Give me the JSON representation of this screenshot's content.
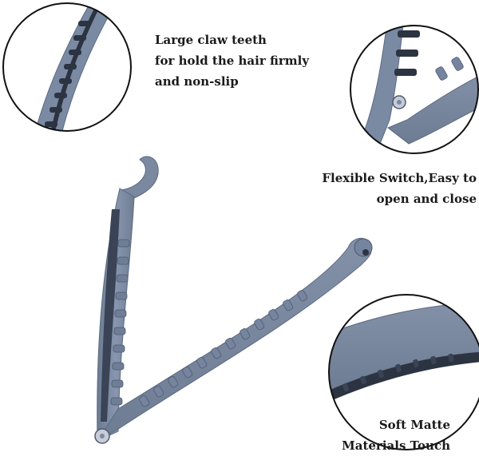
{
  "captions": {
    "teeth": {
      "line1": "Large  claw teeth",
      "line2": "for hold the hair firmly",
      "line3": "and  non-slip"
    },
    "switch": {
      "line1": "Flexible Switch,Easy to",
      "line2": "open and close"
    },
    "matte": {
      "line1": "Soft Matte",
      "line2": "Materials Touch"
    }
  },
  "colors": {
    "clip_body": "#7b8aa3",
    "clip_shadow": "#5d6b82",
    "clip_teeth_dark": "#2c3442",
    "circle_border": "#111111",
    "background": "#ffffff"
  }
}
